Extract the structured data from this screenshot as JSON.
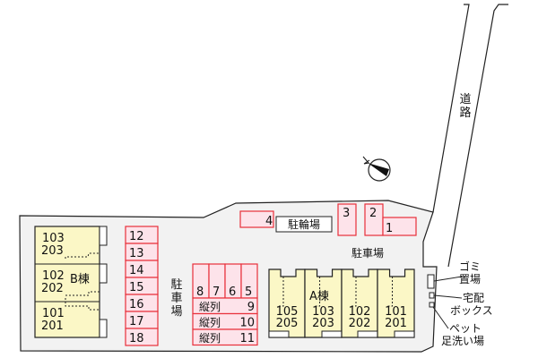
{
  "road_label": "道路",
  "site": {
    "building_a": {
      "label": "A棟",
      "units": [
        [
          "105",
          "205"
        ],
        [
          "103",
          "203"
        ],
        [
          "102",
          "202"
        ],
        [
          "101",
          "201"
        ]
      ]
    },
    "building_b": {
      "label": "B棟",
      "units": [
        [
          "103",
          "203"
        ],
        [
          "102",
          "202"
        ],
        [
          "101",
          "201"
        ]
      ]
    },
    "parking_label": "駐車場",
    "parking_label_2": "駐車場",
    "bicycle_parking": "駐輪場",
    "spaces_left": [
      "12",
      "13",
      "14",
      "15",
      "16",
      "17",
      "18"
    ],
    "spaces_grid_top": [
      "8",
      "7",
      "6",
      "5"
    ],
    "spaces_grid_rows": [
      {
        "label": "縦列",
        "num": "9"
      },
      {
        "label": "縦列",
        "num": "10"
      },
      {
        "label": "縦列",
        "num": "11"
      }
    ],
    "spaces_top": [
      "4",
      "3",
      "2",
      "1"
    ]
  },
  "facilities": {
    "garbage": [
      "ゴミ",
      "置場"
    ],
    "delivery_box": [
      "宅配",
      "ボックス"
    ],
    "pet_wash": [
      "ペット",
      "足洗い場"
    ]
  },
  "colors": {
    "parking_fill": "#fde3ea",
    "parking_stroke": "#e8303a",
    "building_fill": "#fbf7c6",
    "site_fill": "#f2f2f2"
  }
}
